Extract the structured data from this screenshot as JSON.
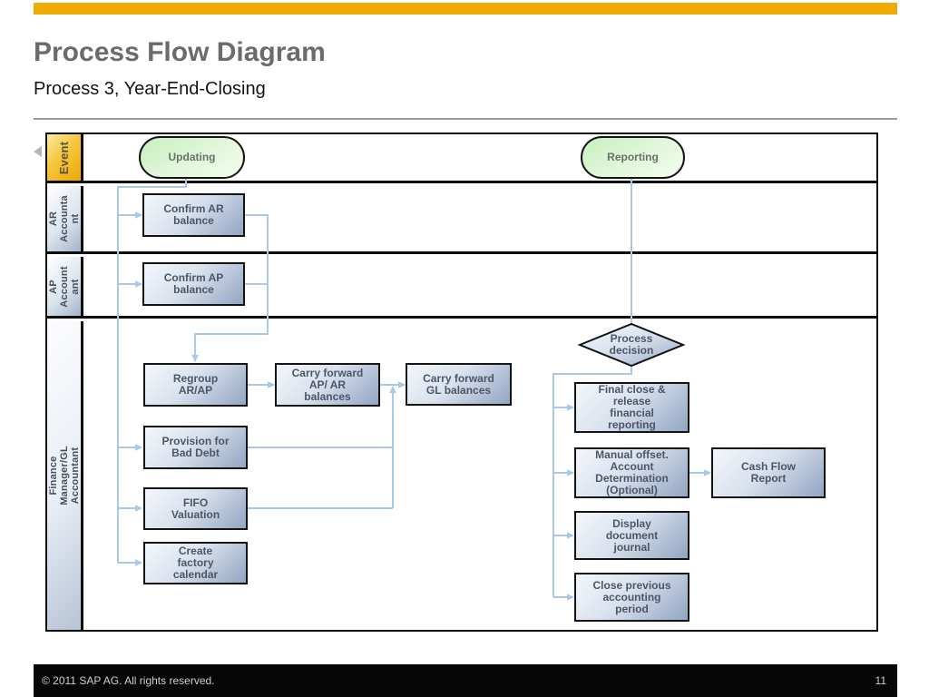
{
  "slide": {
    "accent_bar_color": "#F0AB00",
    "title": "Process Flow Diagram",
    "subtitle": "Process 3, Year-End-Closing",
    "footer": {
      "copyright": "©  2011 SAP AG. All rights reserved.",
      "page_number": "11"
    }
  },
  "diagram": {
    "lanes": [
      {
        "name": "event",
        "label": "Event"
      },
      {
        "name": "ar-accountant",
        "label": [
          "AR",
          "Accounta",
          "nt"
        ]
      },
      {
        "name": "ap-accountant",
        "label": [
          "AP",
          "Account",
          "ant"
        ]
      },
      {
        "name": "finance-gl-accountant",
        "label": "Finance Manager/GL Accountant"
      }
    ],
    "nodes": {
      "updating": {
        "type": "event",
        "label": "Updating"
      },
      "reporting": {
        "type": "event",
        "label": "Reporting"
      },
      "confirm_ar": {
        "type": "process",
        "label": [
          "Confirm AR",
          "balance"
        ]
      },
      "confirm_ap": {
        "type": "process",
        "label": [
          "Confirm AP",
          "balance"
        ]
      },
      "regroup_ar_ap": {
        "type": "process",
        "label": [
          "Regroup",
          "AR/AP"
        ]
      },
      "carry_forward_ap_ar": {
        "type": "process",
        "label": [
          "Carry forward",
          "AP/ AR",
          "balances"
        ]
      },
      "carry_forward_gl": {
        "type": "process",
        "label": [
          "Carry forward",
          "GL balances"
        ]
      },
      "provision_bad_debt": {
        "type": "process",
        "label": [
          "Provision for",
          "Bad Debt"
        ]
      },
      "fifo_valuation": {
        "type": "process",
        "label": [
          "FIFO",
          "Valuation"
        ]
      },
      "create_factory_calendar": {
        "type": "process",
        "label": [
          "Create",
          "factory",
          "calendar"
        ]
      },
      "process_decision": {
        "type": "decision",
        "label": [
          "Process",
          "decision"
        ]
      },
      "final_close": {
        "type": "process",
        "label": [
          "Final close &",
          "release",
          "financial",
          "reporting"
        ]
      },
      "manual_offset": {
        "type": "process",
        "label": [
          "Manual offset.",
          "Account",
          "Determination",
          "(Optional)"
        ]
      },
      "cash_flow_report": {
        "type": "process",
        "label": [
          "Cash Flow",
          "Report"
        ]
      },
      "display_document_journal": {
        "type": "process",
        "label": [
          "Display",
          "document",
          "journal"
        ]
      },
      "close_previous_period": {
        "type": "process",
        "label": [
          "Close previous",
          "accounting",
          "period"
        ]
      }
    },
    "colors": {
      "connector": "#a9c9ea",
      "process_fill_light": "#f4f7fb",
      "process_fill_dark": "#92a5c3",
      "event_fill_light": "#f3fdee",
      "event_fill_dark": "#c8efc0",
      "event_lane_fill": "#F0AB00",
      "border": "#141414"
    }
  }
}
